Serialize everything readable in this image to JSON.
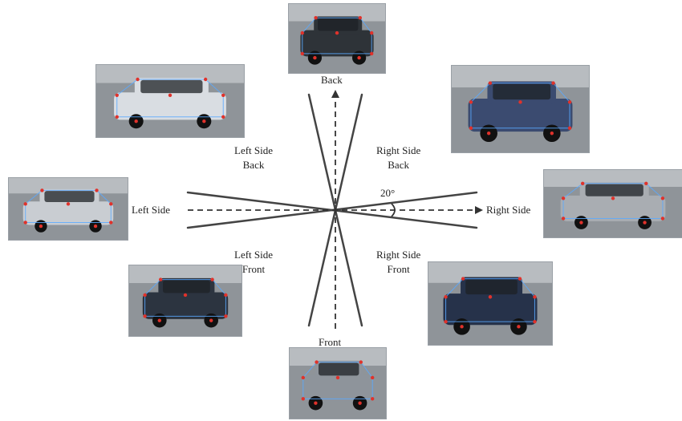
{
  "labels": {
    "back": "Back",
    "front": "Front",
    "left_side": "Left Side",
    "right_side": "Right Side",
    "left_side_back": [
      "Left Side",
      "Back"
    ],
    "right_side_back": [
      "Right Side",
      "Back"
    ],
    "left_side_front": [
      "Left Side",
      "Front"
    ],
    "right_side_front": [
      "Right Side",
      "Front"
    ],
    "angle": "20°"
  },
  "colors": {
    "line": "#444444",
    "keypoint": "#e0322b",
    "wireframe": "#5aa9ff"
  },
  "photos": [
    {
      "name": "back-view",
      "body": "#2e3338"
    },
    {
      "name": "left-side-back-view",
      "body": "#d9dde2"
    },
    {
      "name": "right-side-back-view",
      "body": "#3b4b70"
    },
    {
      "name": "left-side-view",
      "body": "#c9cdd2"
    },
    {
      "name": "right-side-view",
      "body": "#a9adb2"
    },
    {
      "name": "left-side-front-view",
      "body": "#2c3440"
    },
    {
      "name": "right-side-front-view",
      "body": "#26324a"
    },
    {
      "name": "front-view",
      "body": "#8e949b"
    }
  ]
}
